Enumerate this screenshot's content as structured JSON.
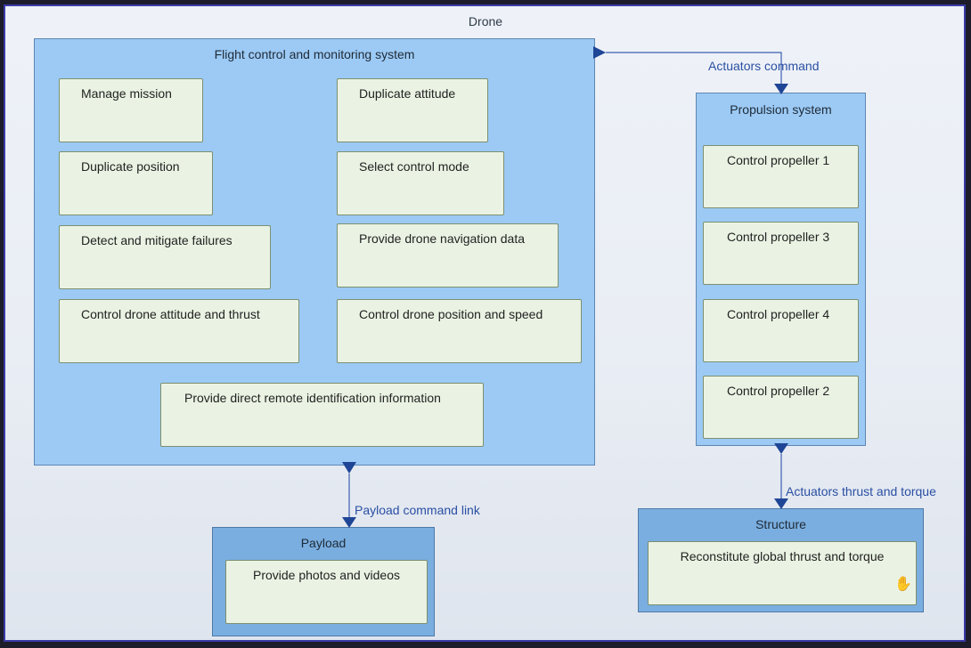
{
  "diagram": {
    "title": "Drone",
    "flight_control": {
      "title": "Flight control and monitoring system",
      "functions": [
        "Manage mission",
        "Duplicate attitude",
        "Duplicate position",
        "Select control mode",
        "Detect and mitigate failures",
        "Provide drone navigation data",
        "Control drone attitude and thrust",
        "Control drone position and speed",
        "Provide direct remote identification information"
      ]
    },
    "propulsion": {
      "title": "Propulsion system",
      "functions": [
        "Control propeller 1",
        "Control propeller 3",
        "Control propeller 4",
        "Control propeller 2"
      ]
    },
    "payload": {
      "title": "Payload",
      "functions": [
        "Provide photos and videos"
      ]
    },
    "structure": {
      "title": "Structure",
      "functions": [
        "Reconstitute global thrust and torque"
      ]
    },
    "links": {
      "actuators_command": "Actuators command",
      "payload_command": "Payload command link",
      "thrust_torque": "Actuators thrust and torque"
    },
    "colors": {
      "block_fill": "#9ccaf5",
      "block_border": "#5e87b3",
      "function_fill": "#eaf3e3",
      "link_color": "#1f4596",
      "link_label": "#2a4fa3"
    },
    "icons": {
      "cursor": "hand-cursor-icon"
    }
  }
}
